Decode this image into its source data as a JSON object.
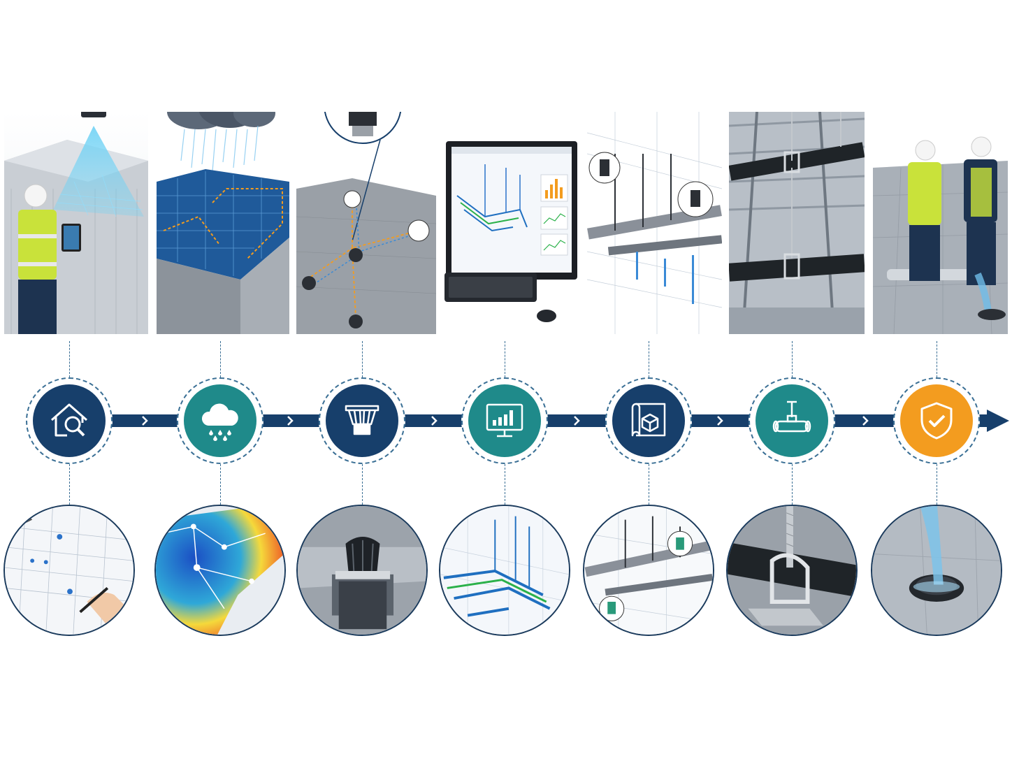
{
  "colors": {
    "navy": "#173f6b",
    "teal": "#1f8a8a",
    "orange": "#f39c1f",
    "connector": "#3a6f95"
  },
  "stages": [
    {
      "icon": "house-search-icon",
      "color": "navy",
      "panel": "site-survey-drone-photo",
      "detail": "blueprint-markup-detail"
    },
    {
      "icon": "rain-cloud-icon",
      "color": "teal",
      "panel": "rainfall-roof-analysis-photo",
      "detail": "flow-heatmap-detail"
    },
    {
      "icon": "roof-drain-icon",
      "color": "navy",
      "panel": "drain-placement-photo",
      "detail": "drain-closeup-detail"
    },
    {
      "icon": "monitor-chart-icon",
      "color": "teal",
      "panel": "hydraulic-software-photo",
      "detail": "pipe-network-3d-detail"
    },
    {
      "icon": "blueprint-cube-icon",
      "color": "navy",
      "panel": "bim-model-photo",
      "detail": "bim-pipe-detail"
    },
    {
      "icon": "pipe-hanger-icon",
      "color": "teal",
      "panel": "pipe-installation-photo",
      "detail": "pipe-clamp-detail"
    },
    {
      "icon": "shield-check-icon",
      "color": "orange",
      "panel": "inspection-commissioning-photo",
      "detail": "drain-flow-detail"
    }
  ]
}
